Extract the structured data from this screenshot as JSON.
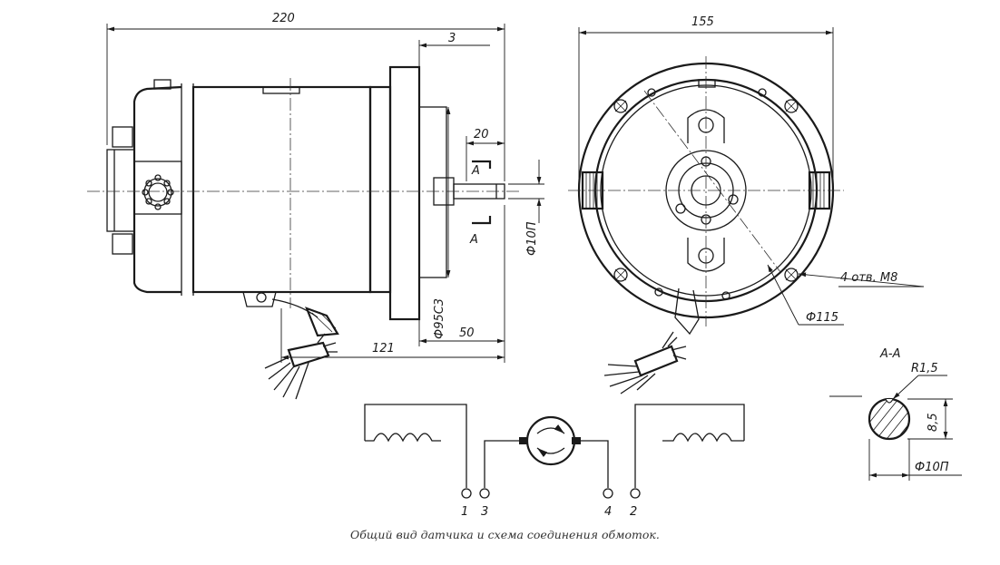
{
  "dimensions": {
    "overall_length": "220",
    "flange_thickness": "3",
    "shaft_length": "20",
    "shaft_diameter": "Ф10П",
    "pilot_diameter": "Ф95С3",
    "pilot_length": "50",
    "body_length": "121",
    "outer_diameter": "155",
    "mounting_holes": "4 отв. М8",
    "bolt_circle": "Ф115"
  },
  "section": {
    "title": "А-А",
    "marker_top": "А",
    "marker_bottom": "А",
    "radius": "R1,5",
    "flat_height": "8,5",
    "diameter": "Ф10П"
  },
  "wiring": {
    "terminals": [
      "1",
      "3",
      "4",
      "2"
    ]
  },
  "caption": "Общий вид датчика и схема соединения обмоток."
}
